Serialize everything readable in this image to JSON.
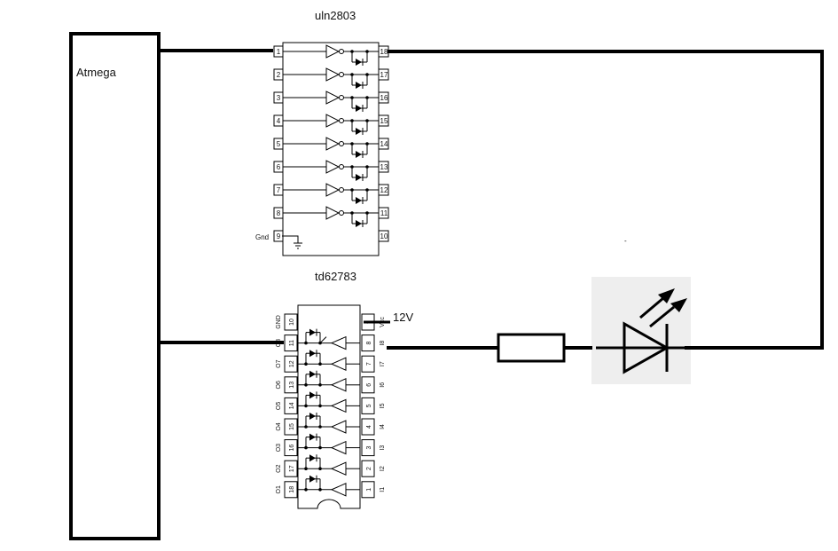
{
  "labels": {
    "mcu": "Atmega",
    "chip1": "uln2803",
    "chip2": "td62783",
    "supply": "12V",
    "gnd": "Gnd",
    "dash": "-"
  },
  "uln2803": {
    "left_pins": [
      "1",
      "2",
      "3",
      "4",
      "5",
      "6",
      "7",
      "8",
      "9"
    ],
    "right_pins": [
      "18",
      "17",
      "16",
      "15",
      "14",
      "13",
      "12",
      "11",
      "10"
    ]
  },
  "td62783": {
    "left_pin_numbers": [
      "10",
      "11",
      "12",
      "13",
      "14",
      "15",
      "16",
      "17",
      "18"
    ],
    "left_pin_names": [
      "GND",
      "O8",
      "O7",
      "O6",
      "O5",
      "O4",
      "O3",
      "O2",
      "O1"
    ],
    "right_pin_numbers": [
      "9",
      "8",
      "7",
      "6",
      "5",
      "4",
      "3",
      "2",
      "1"
    ],
    "right_pin_names": [
      "Vcc",
      "I8",
      "I7",
      "I6",
      "I5",
      "I4",
      "I3",
      "I2",
      "I1"
    ]
  },
  "colors": {
    "wire": "#000000",
    "led_bg": "#eeeeee"
  }
}
